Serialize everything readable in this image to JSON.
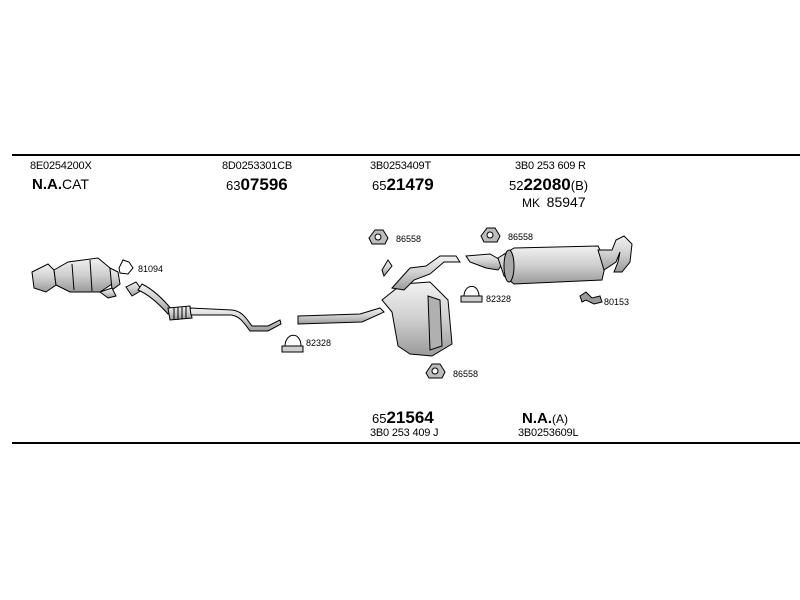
{
  "top_labels": [
    {
      "oem": "8E0254200X",
      "na_bold": "N.A.",
      "na_suffix": "CAT"
    },
    {
      "oem": "8D0253301CB",
      "prefix": "63",
      "number": "07596"
    },
    {
      "oem": "3B0253409T",
      "prefix": "65",
      "number": "21479"
    },
    {
      "oem": "3B0 253 609 R",
      "prefix": "52",
      "number": "22080",
      "suffix": "(B)",
      "mk_label": "MK",
      "mk_number": "85947"
    }
  ],
  "bottom_labels": [
    {
      "prefix": "65",
      "number": "21564",
      "oem": "3B0 253 409 J"
    },
    {
      "na_bold": "N.A.",
      "na_suffix": "(A)",
      "oem": "3B0253609L"
    }
  ],
  "fittings": {
    "clamp_front": "81094",
    "clamp_mid": "82328",
    "hanger_center_top": "86558",
    "hanger_center_bottom": "86558",
    "hanger_rear": "86558",
    "clamp_rear": "82328",
    "rubber_rear": "80153"
  },
  "colors": {
    "line": "#000000",
    "part_fill": "#d9d9d9",
    "part_shade": "#a8a8a8"
  }
}
